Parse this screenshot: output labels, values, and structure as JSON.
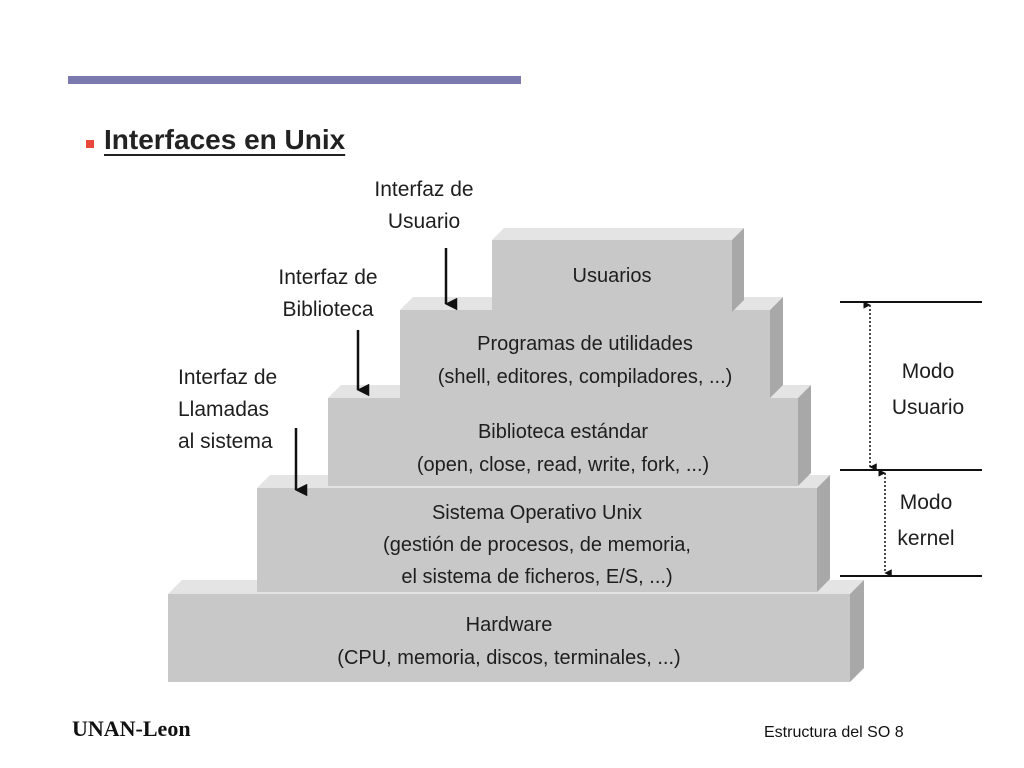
{
  "slide": {
    "title": "Interfaces en Unix",
    "footer_left": "UNAN-Leon",
    "footer_right": "Estructura del SO 8"
  },
  "diagram": {
    "layers": [
      {
        "id": "usuarios",
        "lines": [
          "Usuarios"
        ]
      },
      {
        "id": "programas",
        "lines": [
          "Programas de utilidades",
          "(shell, editores, compiladores, ...)"
        ]
      },
      {
        "id": "biblioteca",
        "lines": [
          "Biblioteca estándar",
          "(open, close, read, write, fork, ...)"
        ]
      },
      {
        "id": "sistema-operativo",
        "lines": [
          "Sistema Operativo Unix",
          "(gestión de procesos, de memoria,",
          "el sistema de ficheros, E/S, ...)"
        ]
      },
      {
        "id": "hardware",
        "lines": [
          "Hardware",
          "(CPU, memoria, discos, terminales, ...)"
        ]
      }
    ],
    "interfaces": [
      {
        "id": "usuario",
        "lines": [
          "Interfaz de",
          "Usuario"
        ]
      },
      {
        "id": "biblioteca",
        "lines": [
          "Interfaz de",
          "Biblioteca"
        ]
      },
      {
        "id": "llamadas",
        "lines": [
          "Interfaz de",
          "Llamadas",
          "al sistema"
        ]
      }
    ],
    "modes": [
      {
        "id": "usuario",
        "lines": [
          "Modo",
          "Usuario"
        ]
      },
      {
        "id": "kernel",
        "lines": [
          "Modo",
          "kernel"
        ]
      }
    ],
    "colors": {
      "face": "#c8c8c8",
      "top": "#e4e4e4",
      "side": "#a8a8a8",
      "text": "#1e1e1e",
      "rule": "#7a7ab0",
      "bullet": "#e8483b"
    }
  }
}
